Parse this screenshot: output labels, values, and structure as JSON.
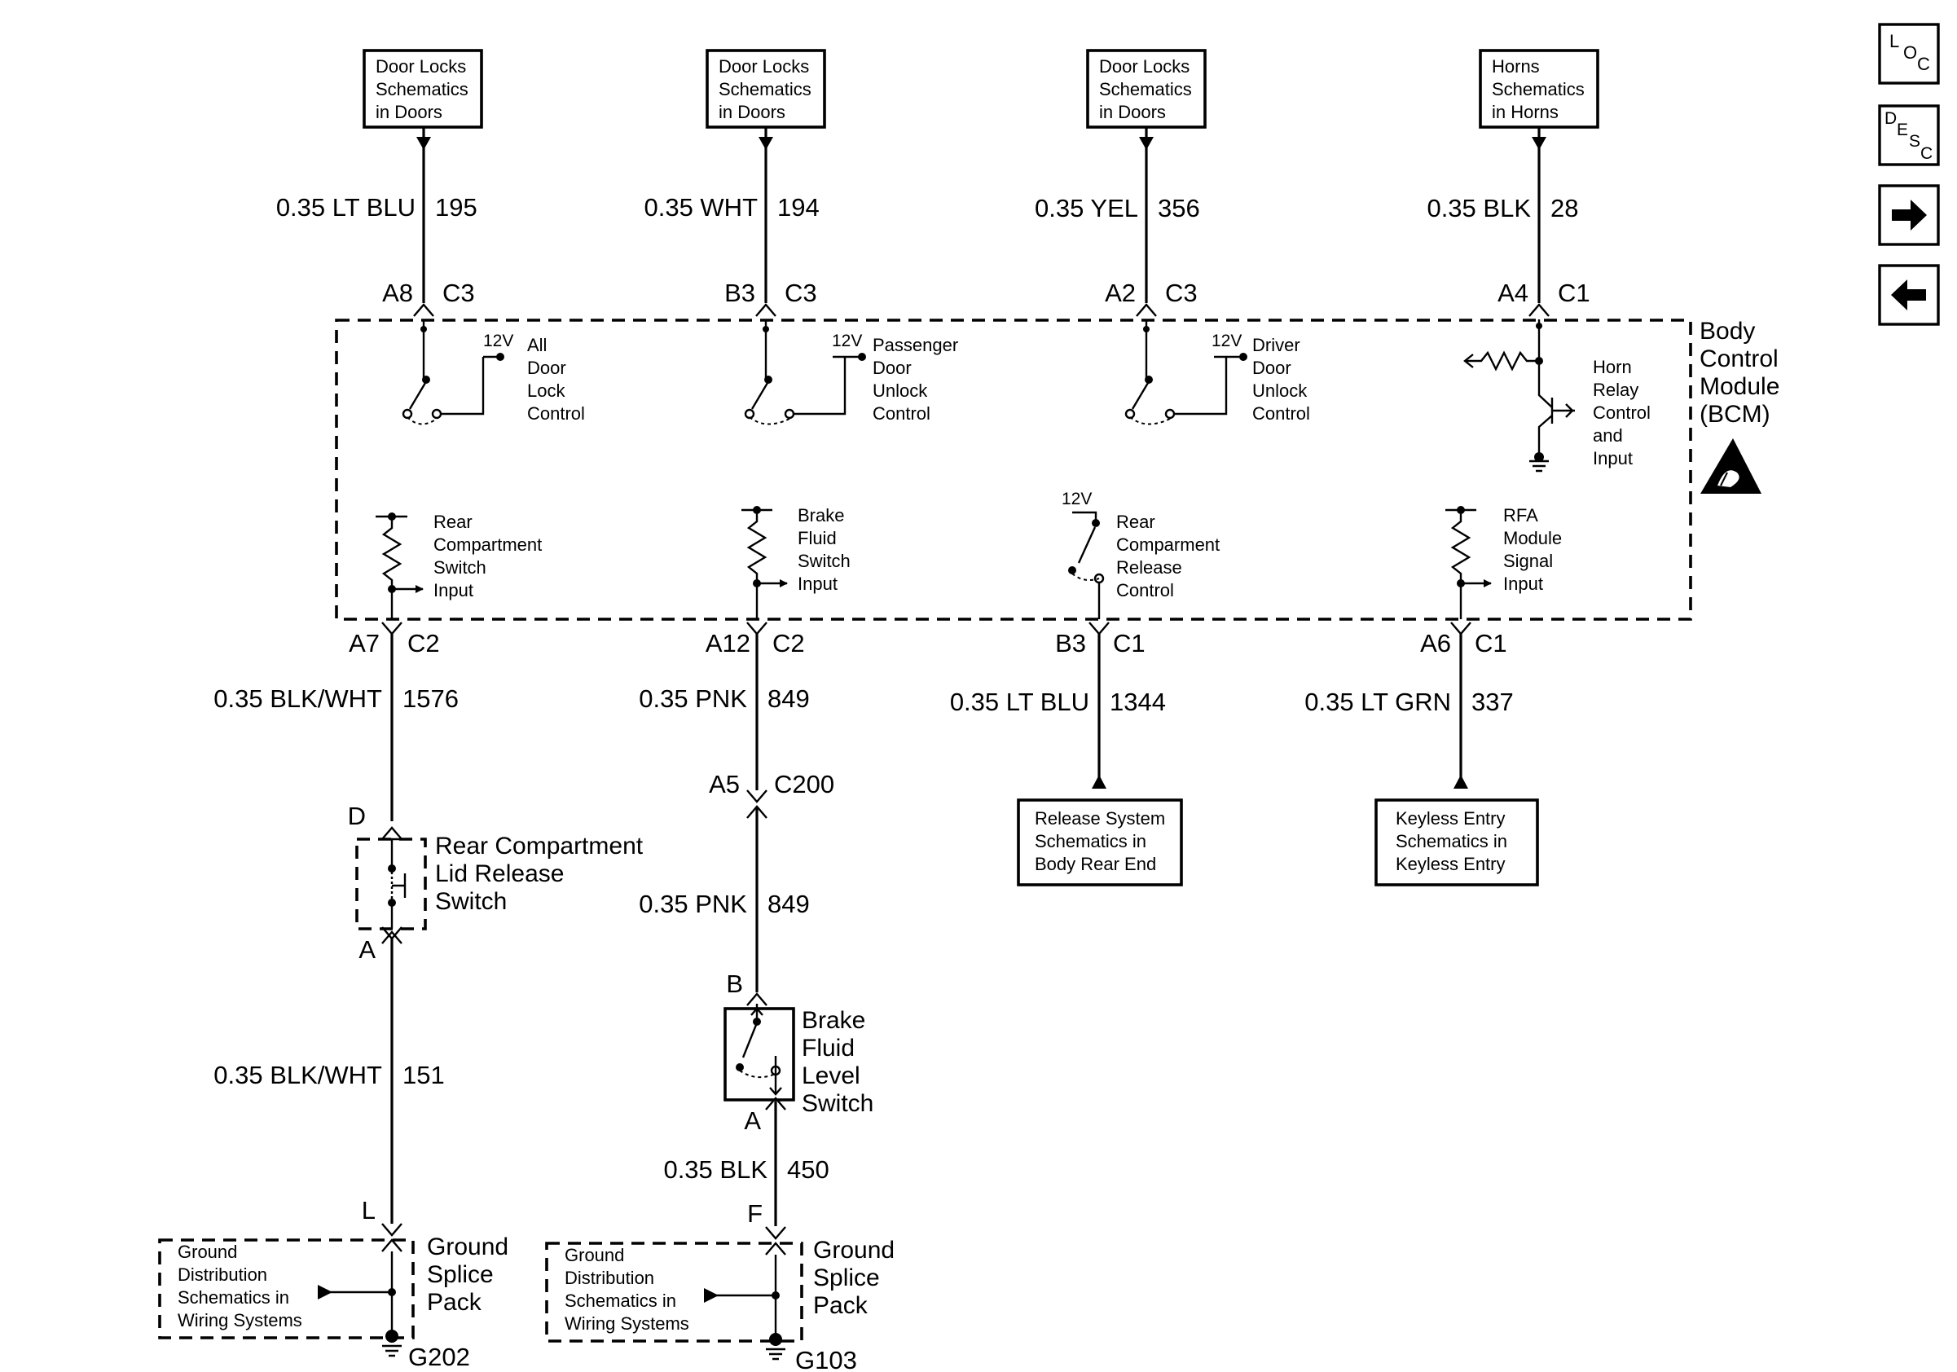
{
  "nav_buttons": {
    "loc": [
      "L",
      "O",
      "C"
    ],
    "desc": [
      "D",
      "E",
      "S",
      "C"
    ]
  },
  "top_refs": [
    {
      "lines": [
        "Door Locks",
        "Schematics",
        "in Doors"
      ]
    },
    {
      "lines": [
        "Door Locks",
        "Schematics",
        "in Doors"
      ]
    },
    {
      "lines": [
        "Door Locks",
        "Schematics",
        "in Doors"
      ]
    },
    {
      "lines": [
        "Horns",
        "Schematics",
        "in Horns"
      ]
    }
  ],
  "top_wires": [
    {
      "gauge_color": "0.35 LT BLU",
      "circuit": "195",
      "pin": "A8",
      "connector": "C3"
    },
    {
      "gauge_color": "0.35 WHT",
      "circuit": "194",
      "pin": "B3",
      "connector": "C3"
    },
    {
      "gauge_color": "0.35 YEL",
      "circuit": "356",
      "pin": "A2",
      "connector": "C3"
    },
    {
      "gauge_color": "0.35 BLK",
      "circuit": "28",
      "pin": "A4",
      "connector": "C1"
    }
  ],
  "bcm": {
    "title_lines": [
      "Body",
      "Control",
      "Module",
      "(BCM)"
    ],
    "supply_label": "12V",
    "upper_circuits": [
      {
        "lines": [
          "All",
          "Door",
          "Lock",
          "Control"
        ]
      },
      {
        "lines": [
          "Passenger",
          "Door",
          "Unlock",
          "Control"
        ]
      },
      {
        "lines": [
          "Driver",
          "Door",
          "Unlock",
          "Control"
        ]
      },
      {
        "lines": [
          "Horn",
          "Relay",
          "Control",
          "and",
          "Input"
        ]
      }
    ],
    "lower_circuits": [
      {
        "lines": [
          "Rear",
          "Compartment",
          "Switch",
          "Input"
        ]
      },
      {
        "lines": [
          "Brake",
          "Fluid",
          "Switch",
          "Input"
        ]
      },
      {
        "lines": [
          "Rear",
          "Comparment",
          "Release",
          "Control"
        ]
      },
      {
        "lines": [
          "RFA",
          "Module",
          "Signal",
          "Input"
        ]
      }
    ]
  },
  "bottom_wires": [
    {
      "pin": "A7",
      "connector": "C2",
      "gauge_color": "0.35 BLK/WHT",
      "circuit": "1576"
    },
    {
      "pin": "A12",
      "connector": "C2",
      "gauge_color": "0.35 PNK",
      "circuit": "849"
    },
    {
      "pin": "B3",
      "connector": "C1",
      "gauge_color": "0.35 LT BLU",
      "circuit": "1344"
    },
    {
      "pin": "A6",
      "connector": "C1",
      "gauge_color": "0.35 LT GRN",
      "circuit": "337"
    }
  ],
  "bottom_refs": [
    {
      "lines": [
        "Release System",
        "Schematics in",
        "Body Rear End"
      ]
    },
    {
      "lines": [
        "Keyless Entry",
        "Schematics in",
        "Keyless Entry"
      ]
    }
  ],
  "rear_switch": {
    "top_pin": "D",
    "bottom_pin": "A",
    "lines": [
      "Rear Compartment",
      "Lid Release",
      "Switch"
    ],
    "out_wire": {
      "gauge_color": "0.35 BLK/WHT",
      "circuit": "151"
    },
    "ground_pin": "L"
  },
  "c200": {
    "pin": "A5",
    "connector": "C200",
    "out_wire": {
      "gauge_color": "0.35 PNK",
      "circuit": "849"
    }
  },
  "brake_switch": {
    "top_pin": "B",
    "bottom_pin": "A",
    "lines": [
      "Brake",
      "Fluid",
      "Level",
      "Switch"
    ],
    "out_wire": {
      "gauge_color": "0.35 BLK",
      "circuit": "450"
    },
    "ground_pin": "F"
  },
  "grounds": [
    {
      "ref_lines": [
        "Ground",
        "Distribution",
        "Schematics in",
        "Wiring Systems"
      ],
      "pack_lines": [
        "Ground",
        "Splice",
        "Pack"
      ],
      "ground_id": "G202"
    },
    {
      "ref_lines": [
        "Ground",
        "Distribution",
        "Schematics in",
        "Wiring Systems"
      ],
      "pack_lines": [
        "Ground",
        "Splice",
        "Pack"
      ],
      "ground_id": "G103"
    }
  ]
}
